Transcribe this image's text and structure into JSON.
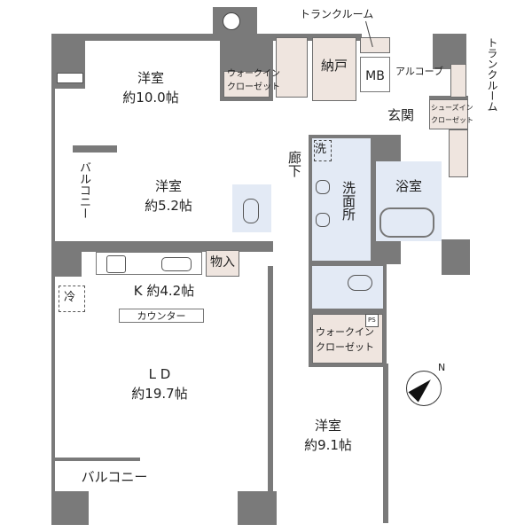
{
  "plan": {
    "rooms": {
      "western_room_1": {
        "name": "洋室",
        "size": "約10.0帖"
      },
      "western_room_2": {
        "name": "洋室",
        "size": "約5.2帖"
      },
      "western_room_3": {
        "name": "洋室",
        "size": "約9.1帖"
      },
      "kitchen": {
        "size": "K 約4.2帖"
      },
      "living_dining": {
        "name": "L D",
        "size": "約19.7帖"
      },
      "bathroom": {
        "name": "浴室"
      },
      "washroom": {
        "name": "洗面所"
      },
      "hallway": {
        "name": "廊下"
      },
      "entrance": {
        "name": "玄関"
      },
      "storage": {
        "name": "納戸"
      },
      "mb": {
        "name": "MB"
      },
      "alcove": {
        "name": "アルコーブ"
      }
    },
    "labels": {
      "walk_in_closet_1": "ウォークイン\nクローゼット",
      "walk_in_closet_2": "ウォークイン\nクローゼット",
      "shoes_closet": "シューズイン\nクローゼット",
      "trunk_room_top": "トランクルーム",
      "trunk_room_right": "トランクルーム",
      "balcony_side": "バルコニー",
      "balcony_bottom": "バルコニー",
      "counter": "カウンター",
      "fridge": "冷",
      "laundry": "洗",
      "closet_monoire": "物入",
      "ps": "PS",
      "north": "N"
    }
  }
}
